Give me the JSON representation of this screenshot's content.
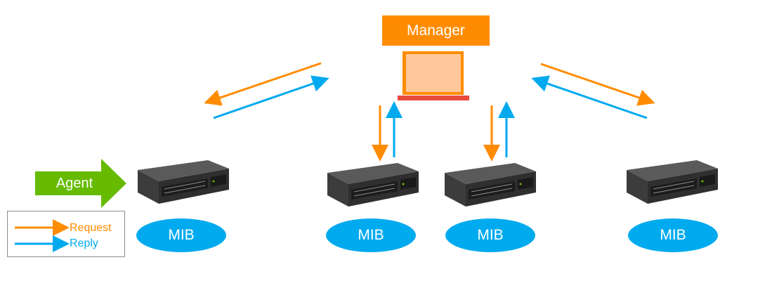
{
  "manager": {
    "label": "Manager"
  },
  "agent": {
    "label": "Agent"
  },
  "mibs": [
    "MIB",
    "MIB",
    "MIB",
    "MIB"
  ],
  "legend": {
    "request": {
      "label": "Request",
      "color": "#ff8c00"
    },
    "reply": {
      "label": "Reply",
      "color": "#00aaee"
    }
  },
  "colors": {
    "manager_fill": "#ff8c00",
    "laptop_screen": "#ffc89a",
    "laptop_base": "#e84a3c",
    "agent_arrow": "#66bb00",
    "mib_fill": "#00aaee",
    "switch_body": "#4a4a4a"
  },
  "icons": [
    "laptop-icon",
    "network-switch-icon",
    "arrow-right-icon"
  ]
}
